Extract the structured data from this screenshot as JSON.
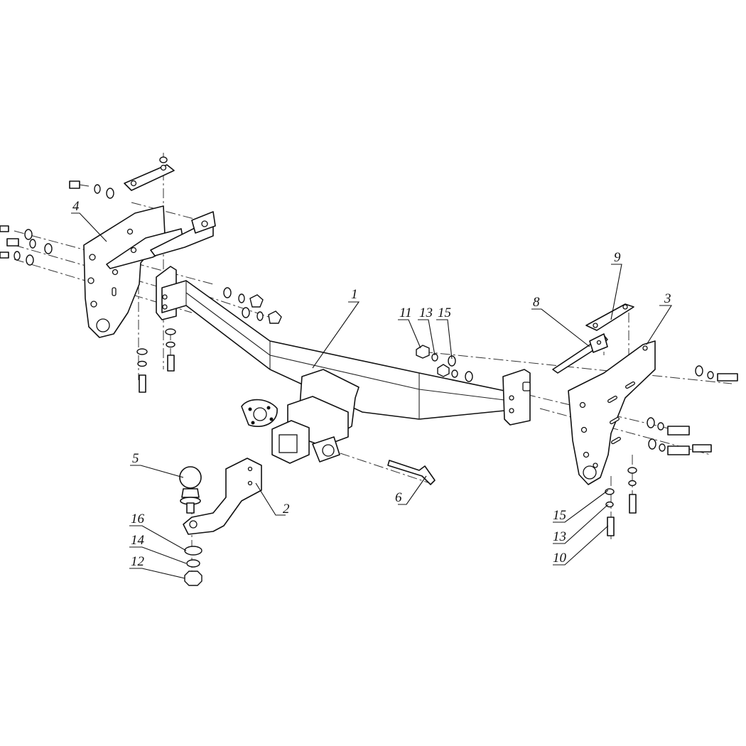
{
  "callouts": {
    "c1": "1",
    "c2": "2",
    "c3": "3",
    "c4": "4",
    "c5": "5",
    "c6": "6",
    "c8": "8",
    "c9": "9",
    "c11": "11",
    "c13a": "13",
    "c15a": "15",
    "c15b": "15",
    "c13b": "13",
    "c10": "10",
    "c16": "16",
    "c14": "14",
    "c12": "12"
  }
}
